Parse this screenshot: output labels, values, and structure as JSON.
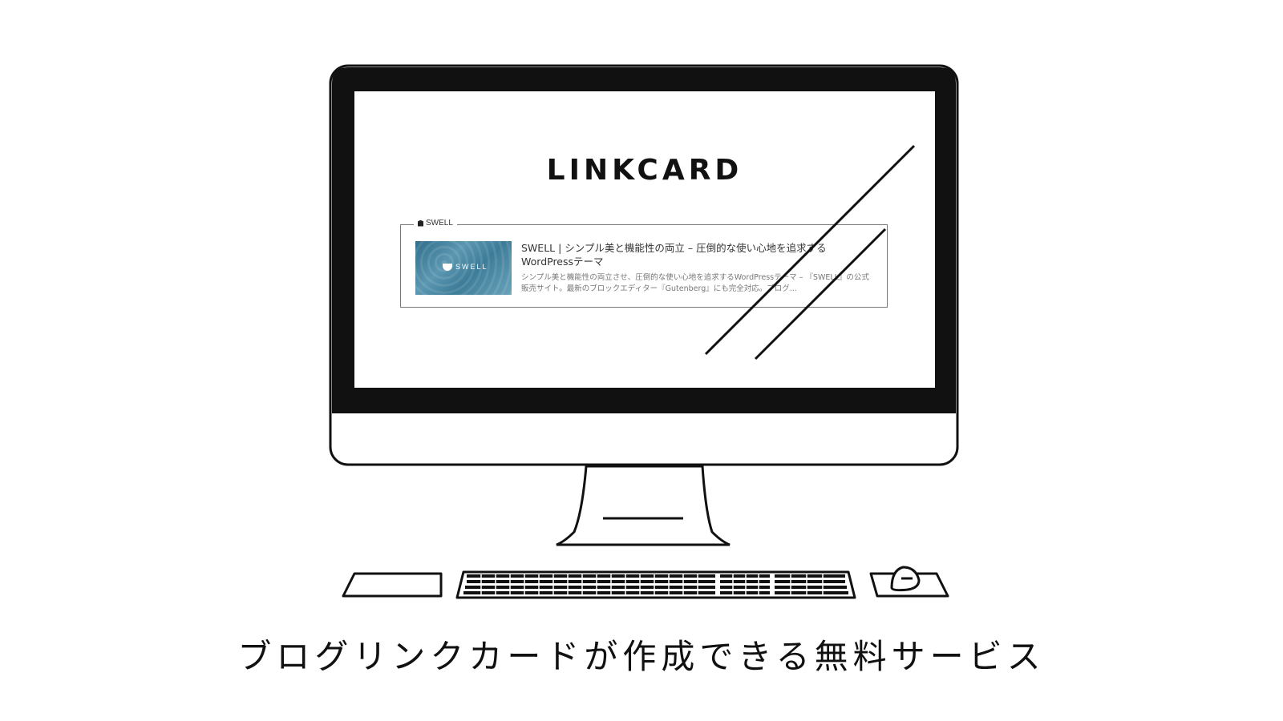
{
  "screen": {
    "hero_title": "LINKCARD",
    "card": {
      "source_label": "SWELL",
      "title": "SWELL | シンプル美と機能性の両立 – 圧倒的な使い心地を追求するWordPressテーマ",
      "description": "シンプル美と機能性の両立させ、圧倒的な使い心地を追求するWordPressテーマ – 『SWELL』の公式販売サイト。最新のブロックエディター『Gutenberg』にも完全対応。ブログ...",
      "thumbnail_text": "SWELL",
      "thumbnail_color": "#3d7c98"
    }
  },
  "caption": "ブログリンクカードが作成できる無料サービス",
  "colors": {
    "outline": "#111111",
    "background": "#ffffff"
  }
}
